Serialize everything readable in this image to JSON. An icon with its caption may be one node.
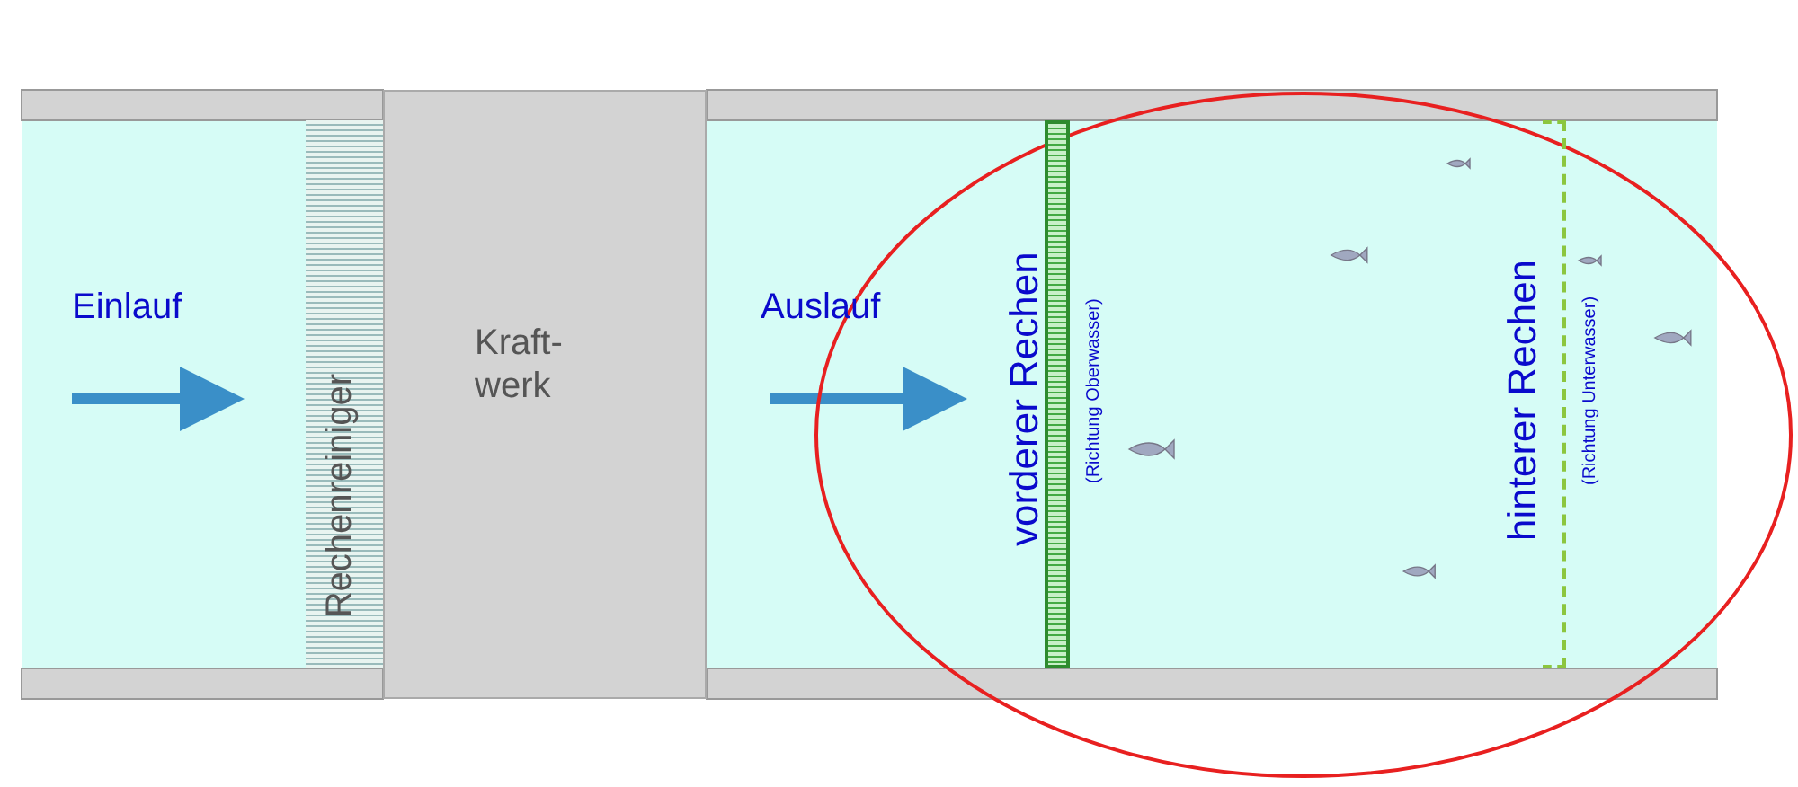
{
  "diagram": {
    "nodes": [
      {
        "text": [
          "Rechenreiniger"
        ]
      },
      {
        "text": [
          "Kraft- werk"
        ]
      },
      {
        "text": [],
        "shape": "bar",
        "beside": [
          "vorderer Rechen",
          "(Richtung Oberwasser)"
        ]
      },
      {
        "text": [],
        "shape": "bar",
        "beside": [
          "hinterer Rechen",
          "(Richtung Unterwasser)"
        ]
      }
    ],
    "labels": [
      "Einlauf",
      "Auslauf"
    ]
  }
}
